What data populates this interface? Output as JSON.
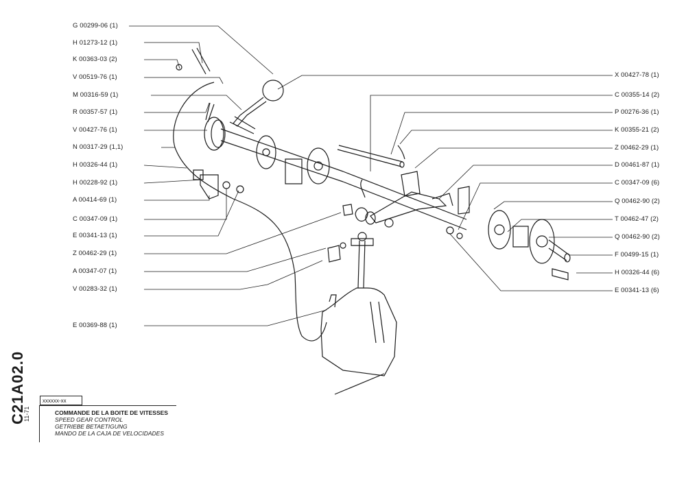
{
  "sheet": {
    "code": "C21A02.0",
    "date": "11-71",
    "ref": "xxxxxx-xx"
  },
  "title": {
    "fr": "COMMANDE DE LA BOITE DE VITESSES",
    "en": "SPEED GEAR CONTROL",
    "de": "GETRIEBE BETAETIGUNG",
    "es": "MANDO DE LA CAJA DE VELOCIDADES"
  },
  "labels_left": [
    "G 00299-06  (1)",
    "H 01273-12  (1)",
    "K 00363-03  (2)",
    "V 00519-76  (1)",
    "M 00316-59  (1)",
    "R 00357-57  (1)",
    "V 00427-76  (1)",
    "N 00317-29  (1,1)",
    "H 00326-44  (1)",
    "H 00228-92  (1)",
    "A 00414-69  (1)",
    "C 00347-09  (1)",
    "E 00341-13  (1)",
    "Z 00462-29  (1)",
    "A 00347-07  (1)",
    "V 00283-32  (1)",
    "E 00369-88  (1)"
  ],
  "labels_right": [
    "X 00427-78 (1)",
    "C 00355-14  (2)",
    "P 00276-36  (1)",
    "K 00355-21  (2)",
    "Z 00462-29  (1)",
    "D 00461-87  (1)",
    "C 00347-09  (6)",
    "Q 00462-90  (2)",
    "T 00462-47  (2)",
    "Q 00462-90  (2)",
    "F 00499-15  (1)",
    "H 00326-44  (6)",
    "E 00341-13  (6)"
  ],
  "colors": {
    "ink": "#1a1a1a",
    "paper": "#ffffff"
  }
}
